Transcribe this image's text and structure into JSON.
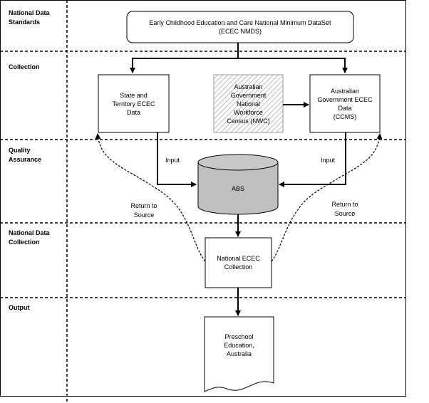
{
  "lanes": {
    "standards": "National Data\nStandards",
    "collection": "Collection",
    "quality": "Quality\nAssurance",
    "national_collection": "National Data\nCollection",
    "output": "Output"
  },
  "nodes": {
    "nmds": "Early Childhood Education and Care National Minimum DataSet\n(ECEC NMDS)",
    "state": "State and\nTerritory ECEC\nData",
    "nwc": "Australian\nGovernment\nNational\nWorkforce\nCensus (NWC)",
    "ccms": "Australian\nGovernment ECEC\nData\n(CCMS)",
    "abs": "ABS",
    "national_ecec": "National ECEC\nCollection",
    "preschool": "Preschool\nEducation,\nAustralia"
  },
  "edge_labels": {
    "input_left": "Input",
    "input_right": "Input",
    "return_left": "Return to\nSource",
    "return_right": "Return to\nSource"
  },
  "colors": {
    "abs_fill": "#c0c0c0",
    "abs_top": "#c8c8c8",
    "nwc_hatch": "#bbbbbb"
  }
}
